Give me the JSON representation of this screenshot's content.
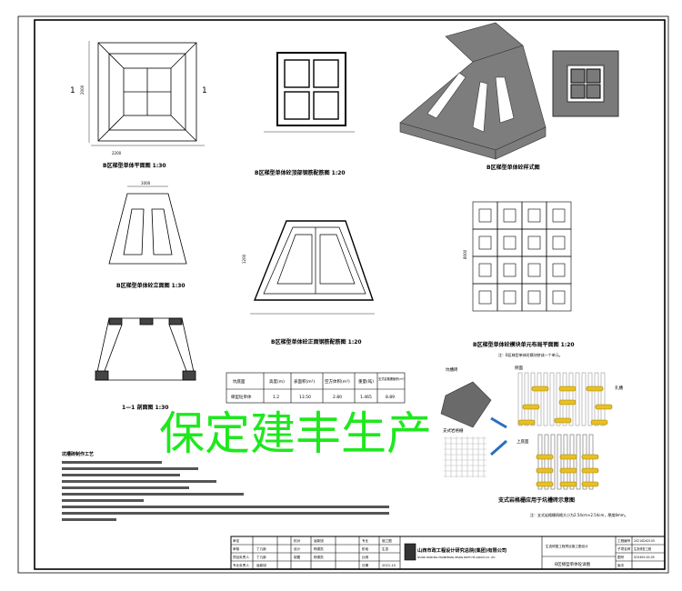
{
  "section_mark": "1",
  "captions": {
    "plan": "B区梯型单体平面图 1:30",
    "elevation": "B区梯型单体砼立面图 1:30",
    "section": "1—1 剖面图 1:30",
    "rebar_plan": "B区梯型单体砼顶部钢筋配筋图 1:20",
    "rebar_elev": "B区梯型单体砼正面钢筋配筋图 1:20",
    "iso": "B区梯型单体砼样式图",
    "layout": "B区梯型单体砼模块单元布局平面图 1:20",
    "layout_note": "注：B区梯型单体砼模块拼成一个单元。",
    "combo": "支式岩格栅应用于坑槽砖示意图",
    "combo_note": "注：支式岩格栅网格大小为2.54cm×2.54cm，厚度8mm。",
    "combo_labels": [
      "坑槽砖",
      "侧面",
      "孔槽",
      "支式岩格栅",
      "上底面"
    ]
  },
  "dims": {
    "plan_w": "2200",
    "plan_h": "2000",
    "elev_top": "1000",
    "elev_h": "1200",
    "layout_h": "8000"
  },
  "table": {
    "headers": [
      "坑底面",
      "高度(m)",
      "表面积(m²)",
      "空方体积(m³)",
      "重量(吨)",
      "支式岩格栅面积(m²)"
    ],
    "rows": [
      [
        "梯型砼单体",
        "1.2",
        "13.50",
        "2.80",
        "1.465",
        "8.89"
      ]
    ]
  },
  "notes": {
    "title": "坑槽砖制作工艺"
  },
  "title_block": {
    "left_rows": [
      [
        "审定",
        ""
      ],
      [
        "审核",
        "丁凡新"
      ],
      [
        "项目负责人",
        "丁凡新"
      ],
      [
        "专业负责人",
        "屈新旭"
      ]
    ],
    "mid_rows": [
      [
        "校对",
        "屈新旭"
      ],
      [
        "设计",
        "杨振凯"
      ],
      [
        "制图",
        "杨振凯"
      ],
      [
        "",
        ""
      ]
    ],
    "right_rows": [
      [
        "专业",
        "施工图"
      ],
      [
        "阶段",
        "生态"
      ],
      [
        "比例",
        ""
      ],
      [
        "日期",
        "2021.10"
      ]
    ],
    "company": "山西市政工程设计研究总院(集团)有限公司",
    "company_en": "SHANXI MUNICIPAL ENGINEERING DESIGN INSTITUTE (GROUP) CO., LTD.",
    "project": "生态修复工程项目施工图设计",
    "drawing_title": "B区梯型单体砼详图",
    "codes": [
      [
        "工程编号",
        "2021SDX2105"
      ],
      [
        "子项名称",
        "生态修复工程"
      ],
      [
        "图号",
        "SC0405-00-05"
      ],
      [
        "版次",
        ""
      ]
    ]
  },
  "watermark": "保定建丰生产",
  "colors": {
    "line": "#000000",
    "watermark": "#1ee81e",
    "accent_yellow": "#e8c020",
    "arrow": "#2a6fc0"
  }
}
